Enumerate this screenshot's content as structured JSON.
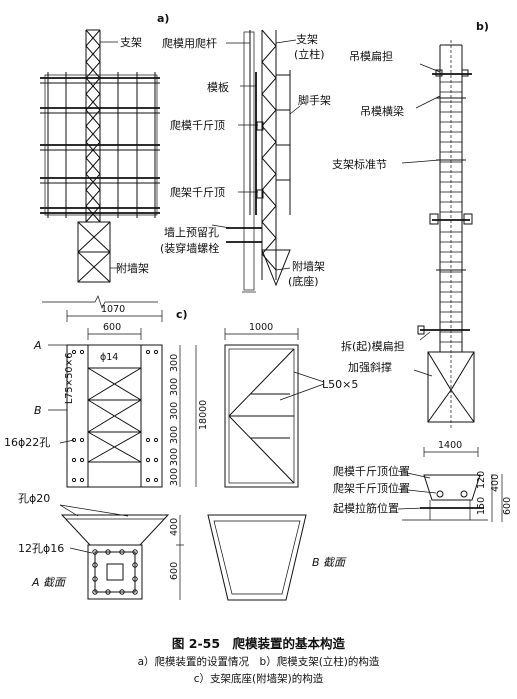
{
  "panel_labels": {
    "a": "a)",
    "b": "b)",
    "c": "c)"
  },
  "a": {
    "support": "支架",
    "climb_rod": "爬模用爬杆",
    "support_col_1": "支架",
    "support_col_2": "(立柱)",
    "formwork": "模板",
    "scaffold": "脚手架",
    "climb_jack": "爬模千斤顶",
    "frame_jack": "爬架千斤顶",
    "wall_hole_1": "墙上预留孔",
    "wall_hole_2": "(装穿墙螺栓",
    "wall_frame_left": "附墙架",
    "wall_frame_base_1": "附墙架",
    "wall_frame_base_2": "(底座)"
  },
  "b": {
    "hoist_pole": "吊模扁担",
    "hoist_beam": "吊模横梁",
    "std_section": "支架标准节",
    "remove_pole": "拆(起)模扁担",
    "brace": "加强斜撑",
    "dim_1400": "1400",
    "jack1_pos": "爬模千斤顶位置",
    "jack2_pos": "爬架千斤顶位置",
    "tie_pos": "起模拉筋位置",
    "dim_120": "120",
    "dim_150": "150",
    "dim_400": "400",
    "dim_600": "600"
  },
  "c": {
    "dim_1070": "1070",
    "dim_600": "600",
    "dim_1000": "1000",
    "sec_A": "A",
    "sec_B": "B",
    "angle_left": "L75×50×6",
    "dia14": "ϕ14",
    "angle_right": "L50×5",
    "holes16": "16ϕ22孔",
    "v300": [
      "300",
      "300",
      "300",
      "300",
      "300",
      "300"
    ],
    "dim_18000": "18000",
    "hole20": "孔ϕ20",
    "holes12": "12孔ϕ16",
    "dim_400": "400",
    "dim_600b": "600",
    "sec_A_label": "A 截面",
    "sec_B_label": "B 截面"
  },
  "caption": {
    "title": "图 2-55　爬模装置的基本构造",
    "sub1": "a）爬模装置的设置情况　b）爬模支架(立柱)的构造",
    "sub2": "c）支架底座(附墙架)的构造"
  }
}
